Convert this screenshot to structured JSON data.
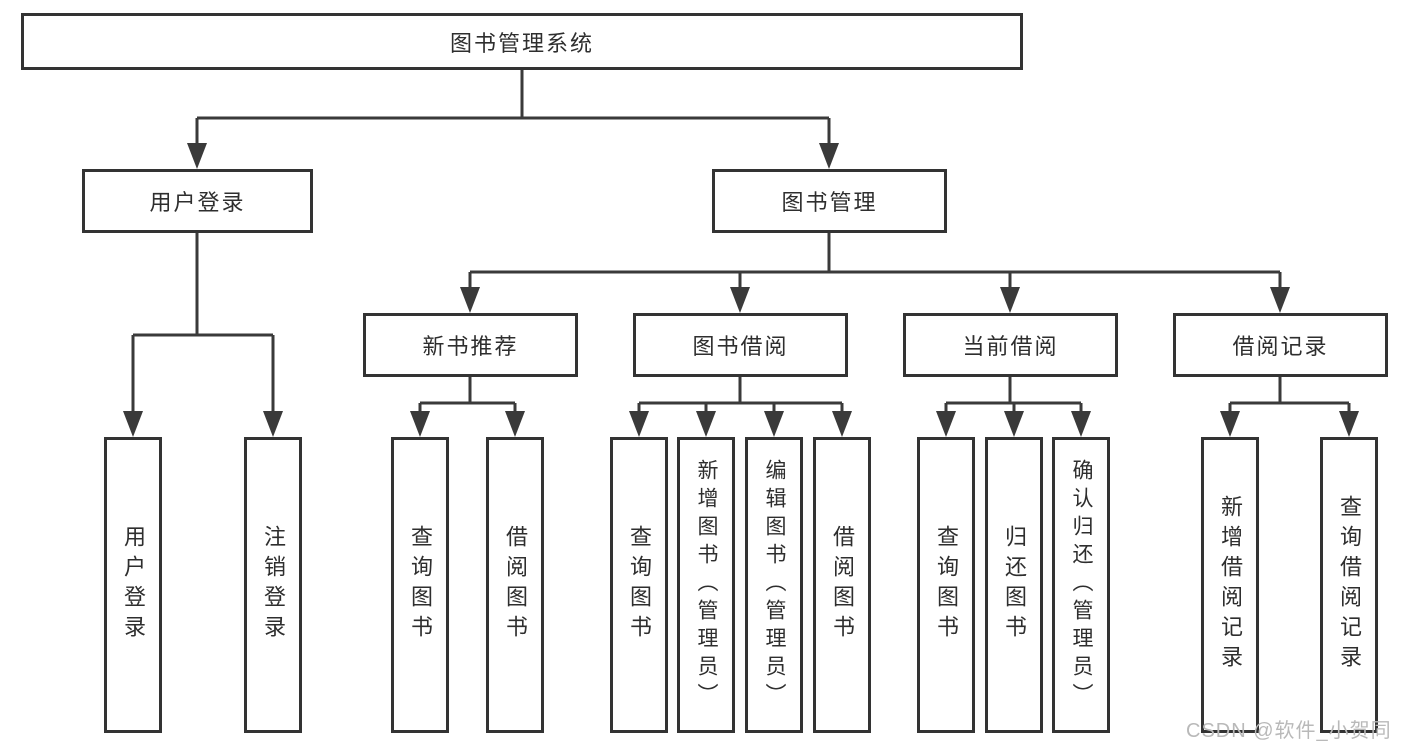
{
  "diagram": {
    "root": "图书管理系统",
    "level2": [
      {
        "label": "用户登录",
        "children": [
          "用户登录",
          "注销登录"
        ]
      },
      {
        "label": "图书管理",
        "sections": [
          {
            "label": "新书推荐",
            "children": [
              "查询图书",
              "借阅图书"
            ]
          },
          {
            "label": "图书借阅",
            "children": [
              "查询图书",
              "新增图书（管理员）",
              "编辑图书（管理员）",
              "借阅图书"
            ]
          },
          {
            "label": "当前借阅",
            "children": [
              "查询图书",
              "归还图书",
              "确认归还（管理员）"
            ]
          },
          {
            "label": "借阅记录",
            "children": [
              "新增借阅记录",
              "查询借阅记录"
            ]
          }
        ]
      }
    ]
  },
  "watermark": "CSDN @软件_小贺同学",
  "colors": {
    "line": "#3a3a3a",
    "border": "#333333",
    "text": "#2e2e2e",
    "background": "#ffffff",
    "watermark": "#b9b9b9"
  }
}
